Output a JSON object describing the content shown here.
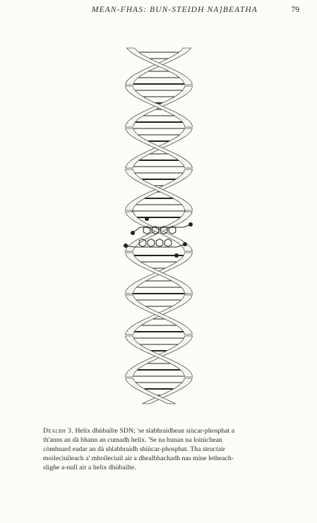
{
  "page": {
    "running_head": "MEAN-FHAS: BUN-STEIDH NA]BEATHA",
    "page_number": "79"
  },
  "figure": {
    "caption_label": "Dealbh 3.",
    "caption_lines": [
      " Helix dhùbailte SDN; 'se slabhraidhean siùcar-phosphat a",
      "th'anns an dà bhann an cumadh helix. 'Se na bunan na loinichean",
      "còmhnard eadar an dà shlabhraidh shiùcar-phosphat. Tha structair",
      "moileciuileach a' mhoileciuil air a dhealbhachadh nas mìne letheach-",
      "slighe a-null air a helix dhùbailte."
    ]
  }
}
